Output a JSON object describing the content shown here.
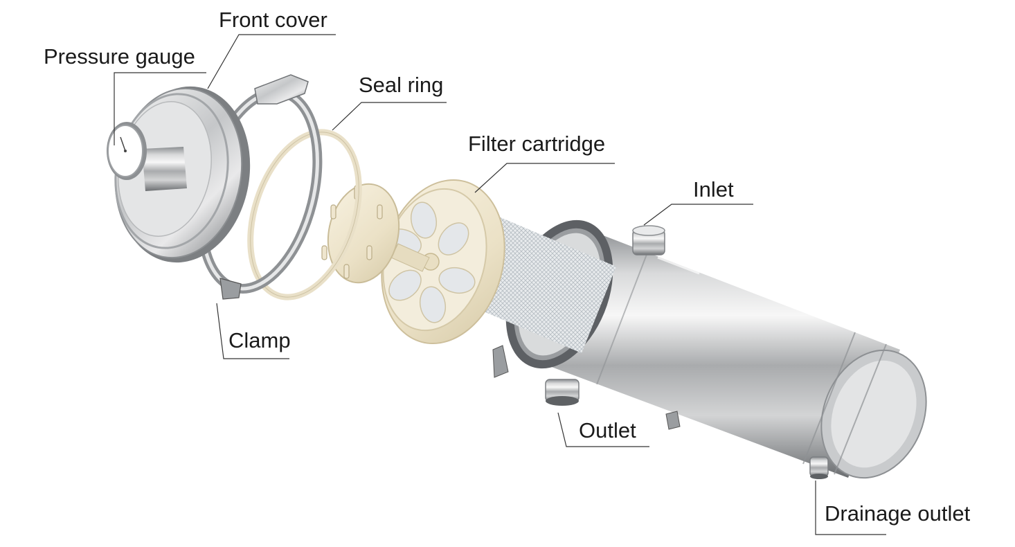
{
  "labels": {
    "front_cover": "Front cover",
    "pressure_gauge": "Pressure gauge",
    "seal_ring": "Seal ring",
    "filter_cartridge": "Filter cartridge",
    "inlet": "Inlet",
    "clamp": "Clamp",
    "outlet": "Outlet",
    "drainage_outlet": "Drainage outlet"
  },
  "colors": {
    "background": "#ffffff",
    "leader_line": "#333333",
    "steel_light": "#f2f2f2",
    "steel_mid": "#b9bbbd",
    "steel_dark": "#6e7174",
    "cartridge": "#efe6cf",
    "seal_ring": "#ece3cc",
    "mesh": "#dfe3e6"
  }
}
